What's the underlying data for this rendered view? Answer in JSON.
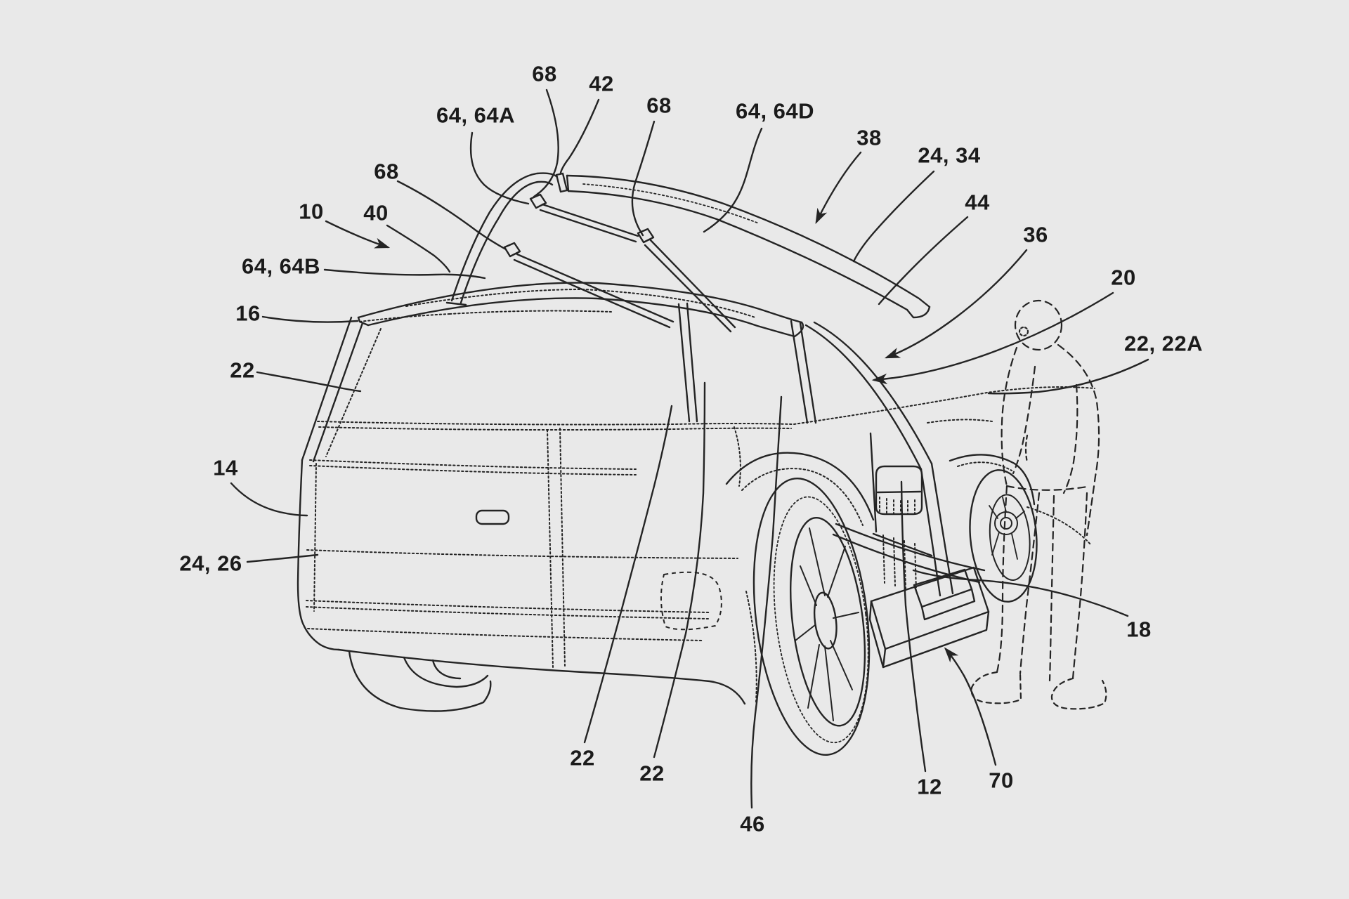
{
  "figure": {
    "type": "patent_line_drawing",
    "description": "Rear three-quarter line drawing of an SUV with a raised rear roof panel on a support arm linkage, open side doorway with seat, deployed running-board step, and a dashed silhouette of a person standing beside the vehicle",
    "colors": {
      "background": "#e9e9e9",
      "ink": "#242424",
      "label_ink": "#1b1b1b"
    },
    "labels": [
      {
        "text": "68"
      },
      {
        "text": "42"
      },
      {
        "text": "64, 64A"
      },
      {
        "text": "68"
      },
      {
        "text": "64, 64D"
      },
      {
        "text": "38"
      },
      {
        "text": "24, 34"
      },
      {
        "text": "44"
      },
      {
        "text": "68"
      },
      {
        "text": "10"
      },
      {
        "text": "40"
      },
      {
        "text": "64, 64B"
      },
      {
        "text": "36"
      },
      {
        "text": "16"
      },
      {
        "text": "20"
      },
      {
        "text": "22"
      },
      {
        "text": "22, 22A"
      },
      {
        "text": "14"
      },
      {
        "text": "24, 26"
      },
      {
        "text": "18"
      },
      {
        "text": "22"
      },
      {
        "text": "22"
      },
      {
        "text": "46"
      },
      {
        "text": "12"
      },
      {
        "text": "70"
      }
    ]
  }
}
